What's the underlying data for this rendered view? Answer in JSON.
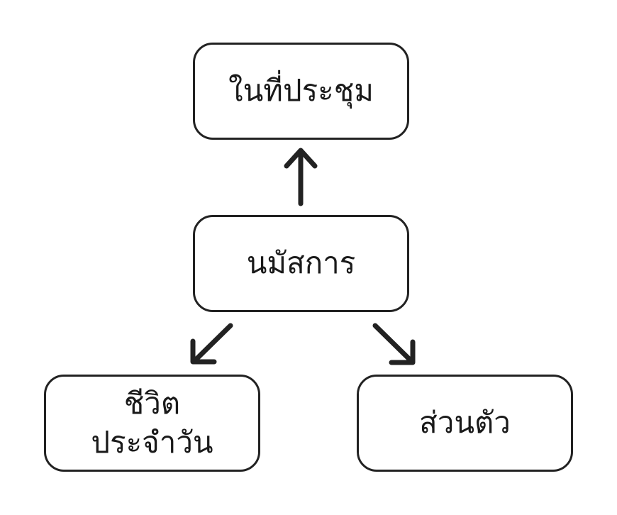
{
  "nodes": {
    "top": "ในที่ประชุม",
    "center": "นมัสการ",
    "left_line1": "ชีวิต",
    "left_line2": "ประจำวัน",
    "right": "ส่วนตัว"
  },
  "colors": {
    "stroke": "#222222",
    "background": "#ffffff"
  }
}
